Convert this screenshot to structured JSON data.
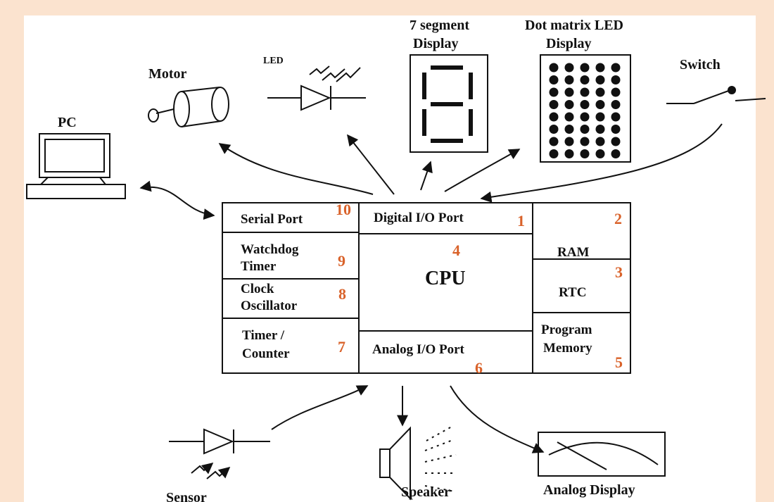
{
  "colors": {
    "background": "#fbe3cf",
    "panel": "#ffffff",
    "number": "#d9622a",
    "ink": "#111111"
  },
  "microcontroller": {
    "blocks": {
      "serial_port": "Serial Port",
      "digital_io": "Digital I/O Port",
      "ram": "RAM",
      "watchdog_1": "Watchdog",
      "watchdog_2": "Timer",
      "cpu": "CPU",
      "rtc": "RTC",
      "clock_1": "Clock",
      "clock_2": "Oscillator",
      "timer_1": "Timer /",
      "timer_2": "Counter",
      "analog_io": "Analog I/O Port",
      "program_1": "Program",
      "program_2": "Memory"
    },
    "numbers": {
      "digital_io": "1",
      "ram": "2",
      "rtc": "3",
      "cpu": "4",
      "program_memory": "5",
      "analog_io": "6",
      "timer": "7",
      "clock": "8",
      "watchdog": "9",
      "serial": "10"
    }
  },
  "devices": {
    "pc": "PC",
    "motor": "Motor",
    "led": "LED",
    "seven_seg_1": "7 segment",
    "seven_seg_2": "Display",
    "dot_matrix_1": "Dot matrix LED",
    "dot_matrix_2": "Display",
    "switch": "Switch",
    "sensor": "Sensor",
    "speaker": "Speaker",
    "analog_display": "Analog Display"
  }
}
